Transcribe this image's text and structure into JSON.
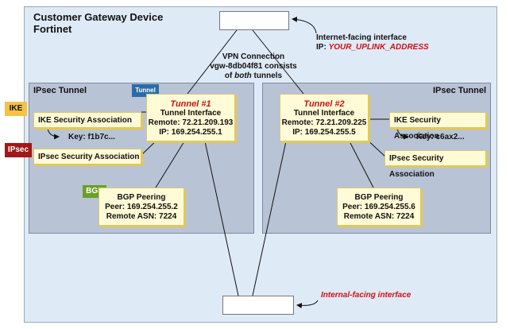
{
  "device": {
    "title_line1": "Customer Gateway Device",
    "title_line2": "Fortinet"
  },
  "vpn": {
    "line1": "VPN Connection",
    "line2": "vgw-8db04f81 consists",
    "line3_pre": "of ",
    "line3_em": "both",
    "line3_post": " tunnels"
  },
  "internet_iface": {
    "label": "Internet-facing interface",
    "ip_prefix": "IP: ",
    "ip_value": "YOUR_UPLINK_ADDRESS"
  },
  "internal_iface": {
    "label": "Internal-facing interface"
  },
  "tags": {
    "ike": "IKE",
    "ipsec": "IPsec",
    "tunnel": "Tunnel",
    "bgp": "BGP"
  },
  "left": {
    "panel_title": "IPsec Tunnel",
    "tunnel": {
      "name": "Tunnel #1",
      "line1": "Tunnel Interface",
      "line2": "Remote: 72.21.209.193",
      "line3": "IP: 169.254.255.1"
    },
    "ike_sa": "IKE Security Association",
    "key": "Key: f1b7c...",
    "ipsec_sa": "IPsec Security Association",
    "bgp": {
      "title": "BGP Peering",
      "peer": "Peer: 169.254.255.2",
      "asn": "Remote ASN: 7224"
    }
  },
  "right": {
    "panel_title": "IPsec Tunnel",
    "tunnel": {
      "name": "Tunnel #2",
      "line1": "Tunnel Interface",
      "line2": "Remote: 72.21.209.225",
      "line3": "IP: 169.254.255.5"
    },
    "ike_sa": "IKE Security Association",
    "key": "Key: c6ax2...",
    "ipsec_sa": "IPsec Security Association",
    "bgp": {
      "title": "BGP Peering",
      "peer": "Peer: 169.254.255.6",
      "asn": "Remote ASN: 7224"
    }
  },
  "colors": {
    "ike_tag": "#f5c242",
    "ipsec_tag": "#a01818",
    "tunnel_tag": "#2a6ca8",
    "bgp_tag": "#6aa026",
    "accent_red": "#cc1111"
  }
}
